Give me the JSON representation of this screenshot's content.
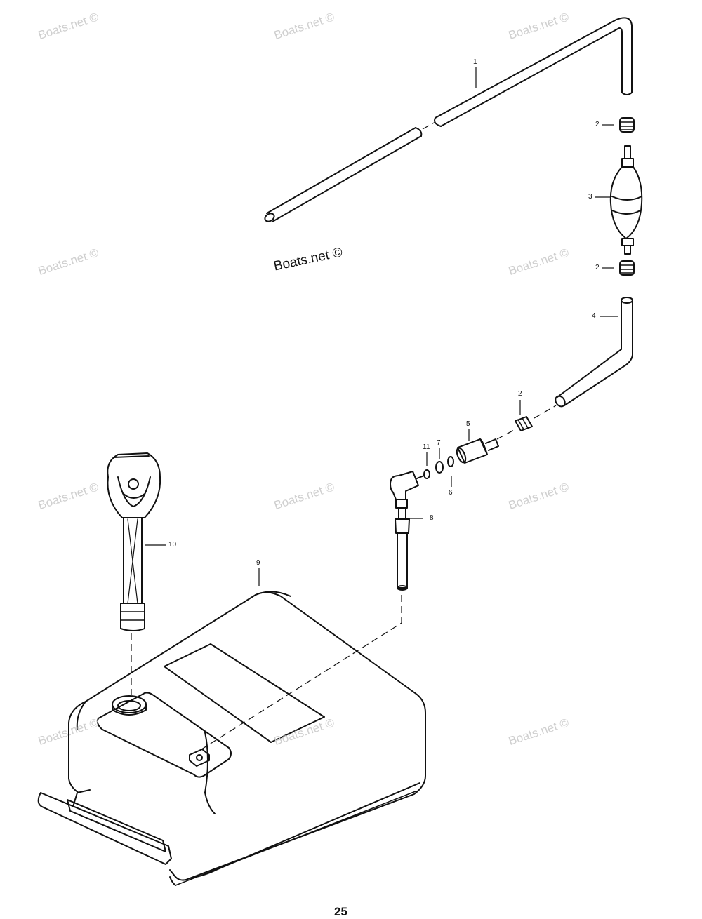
{
  "watermark": "Boats.net ©",
  "page_number": "25",
  "callouts": {
    "c1": "1",
    "c2a": "2",
    "c3": "3",
    "c2b": "2",
    "c4": "4",
    "c2c": "2",
    "c5": "5",
    "c11": "11",
    "c7": "7",
    "c6": "6",
    "c8": "8",
    "c10": "10",
    "c9": "9"
  }
}
